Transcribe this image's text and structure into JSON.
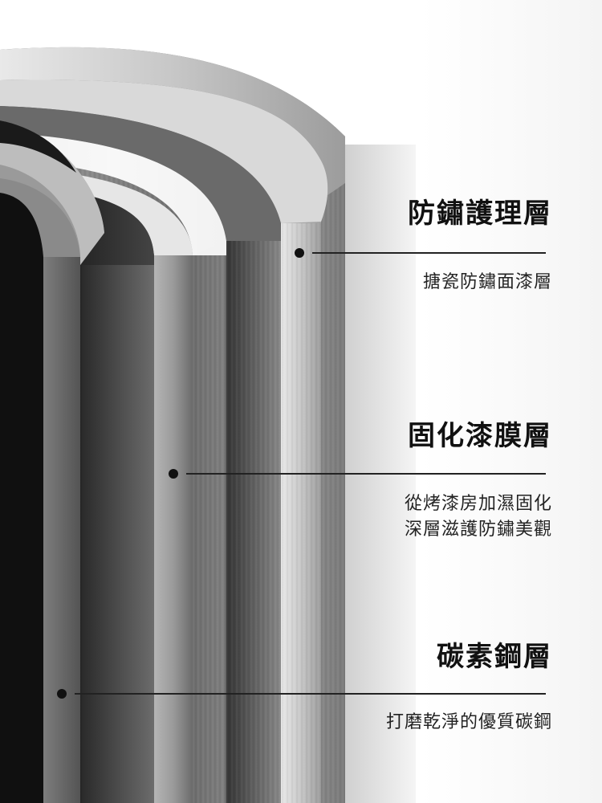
{
  "layers": [
    {
      "id": "rust-protection",
      "title": "防鏽護理層",
      "desc_lines": [
        "搪瓷防鏽面漆層"
      ]
    },
    {
      "id": "cured-film",
      "title": "固化漆膜層",
      "desc_lines": [
        "從烤漆房加濕固化",
        "深層滋護防鏽美觀"
      ]
    },
    {
      "id": "carbon-steel",
      "title": "碳素鋼層",
      "desc_lines": [
        "打磨乾淨的優質碳鋼"
      ]
    }
  ],
  "colors": {
    "text": "#111111",
    "line": "#222222",
    "steel_light": "#cfcfcf",
    "steel_dark": "#3a3a3a"
  }
}
